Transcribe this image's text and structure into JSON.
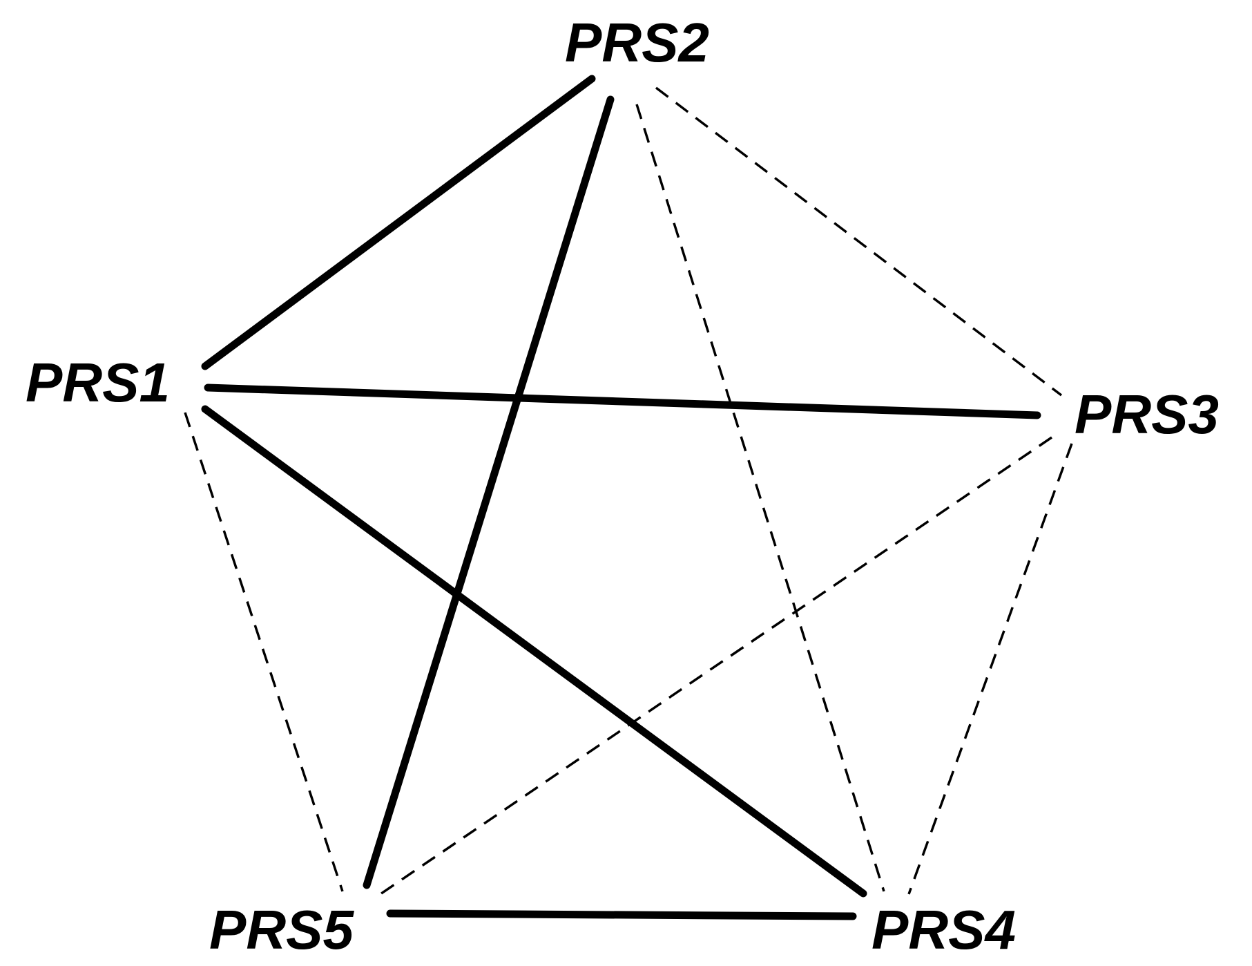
{
  "diagram": {
    "nodes": [
      {
        "id": "PRS1",
        "label": "PRS1"
      },
      {
        "id": "PRS2",
        "label": "PRS2"
      },
      {
        "id": "PRS3",
        "label": "PRS3"
      },
      {
        "id": "PRS4",
        "label": "PRS4"
      },
      {
        "id": "PRS5",
        "label": "PRS5"
      }
    ],
    "edges": [
      {
        "from": "PRS1",
        "to": "PRS2",
        "style": "solid"
      },
      {
        "from": "PRS1",
        "to": "PRS3",
        "style": "solid"
      },
      {
        "from": "PRS1",
        "to": "PRS4",
        "style": "solid"
      },
      {
        "from": "PRS2",
        "to": "PRS5",
        "style": "solid"
      },
      {
        "from": "PRS5",
        "to": "PRS4",
        "style": "solid"
      },
      {
        "from": "PRS2",
        "to": "PRS3",
        "style": "dashed"
      },
      {
        "from": "PRS2",
        "to": "PRS4",
        "style": "dashed"
      },
      {
        "from": "PRS1",
        "to": "PRS5",
        "style": "dashed"
      },
      {
        "from": "PRS3",
        "to": "PRS5",
        "style": "dashed"
      },
      {
        "from": "PRS3",
        "to": "PRS4",
        "style": "dashed"
      }
    ]
  }
}
